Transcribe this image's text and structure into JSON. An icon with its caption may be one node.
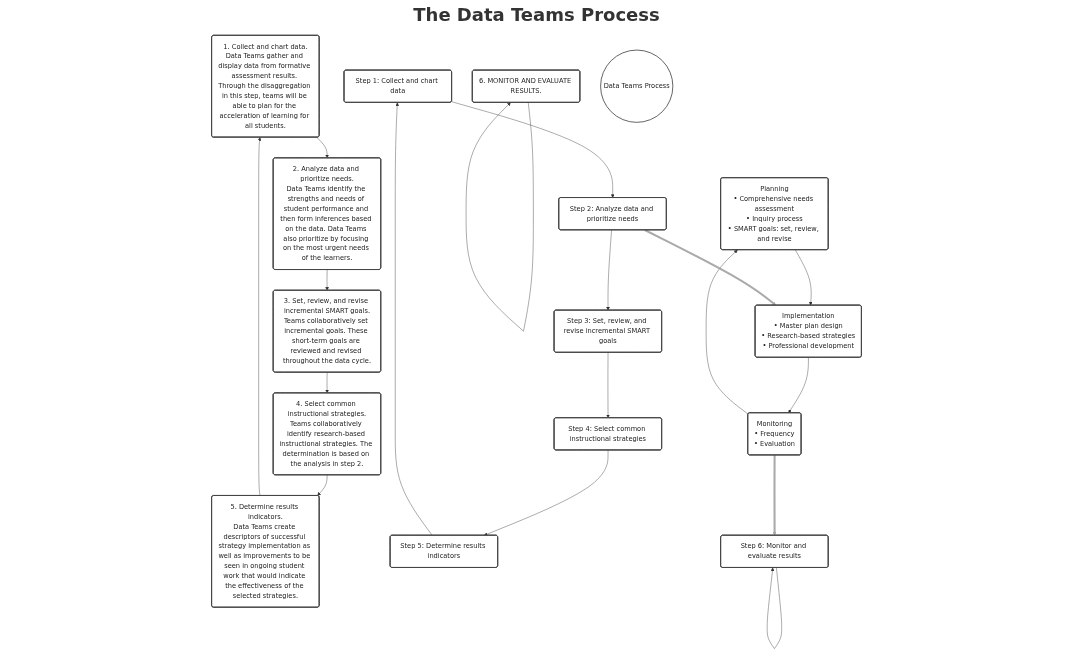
{
  "diagram": {
    "nodes": [
      {
        "text": [
          "1. Collect and chart data.",
          "Data Teams gather and display data from formative assessment results. Through the disaggregation in this step, teams will be able to plan for the acceleration of learning for all students."
        ]
      },
      {
        "text": [
          "2. Analyze data and prioritize needs.",
          "Data Teams identify the strengths and needs of student performance and then form inferences based on the data. Data Teams also prioritize by focusing on the most urgent needs of the learners."
        ]
      },
      {
        "text": [
          "3. Set, review, and revise incremental SMART goals.",
          "Teams collaboratively set incremental goals. These short-term goals are reviewed and revised throughout the data cycle."
        ]
      },
      {
        "text": [
          "4. Select common instructional strategies.",
          "Teams collaboratively identify research-based instructional strategies. The determination is based on the analysis in step 2."
        ]
      },
      {
        "text": [
          "5. Determine results indicators.",
          "Data Teams create descriptors of successful strategy implementation as well as improvements to be seen in ongoing student work that would indicate the effectiveness of the selected strategies."
        ]
      },
      {
        "text": [
          "6. MONITOR AND EVALUATE RESULTS."
        ]
      },
      {
        "text": [
          "Data Teams Process"
        ]
      },
      {
        "text": [
          "Planning",
          "• Comprehensive needs assessment",
          "• Inquiry process",
          "• SMART goals: set, review, and revise"
        ]
      },
      {
        "text": [
          "Implementation",
          "• Master plan design",
          "• Research-based strategies",
          "• Professional development"
        ]
      },
      {
        "text": [
          "Monitoring",
          "• Frequency",
          "• Evaluation"
        ]
      },
      {
        "text": [
          "Step 1: Collect and chart data"
        ]
      },
      {
        "text": [
          "Step 2: Analyze data and prioritize needs"
        ]
      },
      {
        "text": [
          "Step 3: Set, review, and revise incremental SMART goals"
        ]
      },
      {
        "text": [
          "Step 4: Select common instructional strategies"
        ]
      },
      {
        "text": [
          "Step 5: Determine results indicators"
        ]
      },
      {
        "text": [
          "Step 6: Monitor and evaluate results"
        ]
      }
    ],
    "edges": [
      {
        "from": 0,
        "to": 1,
        "arrow": "to"
      },
      {
        "from": 1,
        "to": 2,
        "arrow": "to"
      },
      {
        "from": 2,
        "to": 3,
        "arrow": "to"
      },
      {
        "from": 3,
        "to": 4,
        "arrow": "to"
      },
      {
        "from": 4,
        "to": 0,
        "arrow": "to"
      },
      {
        "from": 5,
        "to": 5,
        "arrow": "to"
      },
      {
        "from": 7,
        "to": 8,
        "arrow": "to"
      },
      {
        "from": 8,
        "to": 9,
        "arrow": "to"
      },
      {
        "from": 9,
        "to": 7,
        "arrow": "to"
      },
      {
        "from": 10,
        "to": 11,
        "arrow": "to"
      },
      {
        "from": 11,
        "to": 12,
        "arrow": "to"
      },
      {
        "from": 12,
        "to": 13,
        "arrow": "to"
      },
      {
        "from": 13,
        "to": 14,
        "arrow": "to"
      },
      {
        "from": 14,
        "to": 10,
        "arrow": "to"
      },
      {
        "from": 15,
        "to": 15,
        "arrow": "to"
      },
      {
        "from": 9,
        "to": 15,
        "arrow": "to",
        "style": "thick",
        "color": "#aaaaaa"
      },
      {
        "from": 11,
        "to": 8,
        "arrow": "to",
        "style": "thick",
        "color": "#aaaaaa"
      }
    ],
    "labels": [
      "The Data Teams Process"
    ]
  }
}
